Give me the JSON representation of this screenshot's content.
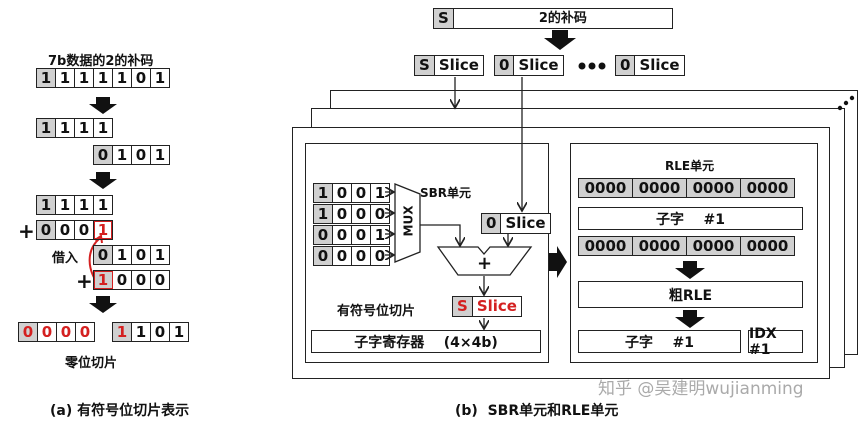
{
  "left": {
    "title": "7b数据的2的补码",
    "rows": [
      {
        "bits": [
          "1",
          "1",
          "1",
          "1",
          "1",
          "0",
          "1"
        ],
        "gray": [
          0
        ],
        "red": []
      },
      {
        "bits": [
          "1",
          "1",
          "1",
          "1"
        ],
        "gray": [
          0
        ],
        "red": []
      },
      {
        "bits": [
          "0",
          "1",
          "0",
          "1"
        ],
        "gray": [
          0
        ],
        "red": []
      },
      {
        "bits": [
          "1",
          "1",
          "1",
          "1"
        ],
        "gray": [
          0
        ],
        "red": []
      },
      {
        "bits": [
          "0",
          "0",
          "0",
          "1"
        ],
        "gray": [
          0
        ],
        "red": [
          3
        ]
      },
      {
        "bits": [
          "0",
          "1",
          "0",
          "1"
        ],
        "gray": [
          0
        ],
        "red": []
      },
      {
        "bits": [
          "1",
          "0",
          "0",
          "0"
        ],
        "gray": [
          0
        ],
        "red": [
          0
        ]
      },
      {
        "bits": [
          "0",
          "0",
          "0",
          "0"
        ],
        "gray": [
          0
        ],
        "red": [
          0,
          1,
          2,
          3
        ]
      },
      {
        "bits": [
          "1",
          "1",
          "0",
          "1"
        ],
        "gray": [
          0
        ],
        "red": [
          0
        ]
      }
    ],
    "plus": "+",
    "borrow": "借入",
    "zero_slice": "零位切片",
    "caption": "(a) 有符号位切片表示"
  },
  "right": {
    "top_bar": {
      "sign": "S",
      "label": "2的补码"
    },
    "slices": [
      {
        "prefix": "S",
        "label": "Slice"
      },
      {
        "prefix": "0",
        "label": "Slice"
      },
      {
        "prefix": "0",
        "label": "Slice"
      }
    ],
    "sbr": {
      "title": "SBR单元",
      "mux_inputs": [
        [
          "1",
          "0",
          "0",
          "1"
        ],
        [
          "1",
          "0",
          "0",
          "0"
        ],
        [
          "0",
          "0",
          "0",
          "1"
        ],
        [
          "0",
          "0",
          "0",
          "0"
        ]
      ],
      "mux": "MUX",
      "input_slice": {
        "prefix": "0",
        "label": "Slice"
      },
      "adder": "+",
      "output_slice": {
        "prefix": "S",
        "label": "Slice"
      },
      "signed_label": "有符号位切片",
      "register": "子字寄存器    (4×4b)"
    },
    "rle": {
      "title": "RLE单元",
      "row1": [
        "0000",
        "0000",
        "0000",
        "0000"
      ],
      "subword1": "子字    #1",
      "row2": [
        "0000",
        "0000",
        "0000",
        "0000"
      ],
      "coarse": "粗RLE",
      "subword2": "子字    #1",
      "idx": "IDX #1"
    },
    "caption": "(b)  SBR单元和RLE单元"
  },
  "watermark": "知乎 @吴建明wujianming",
  "colors": {
    "red": "#d42020",
    "gray": "#d0d0d0"
  }
}
